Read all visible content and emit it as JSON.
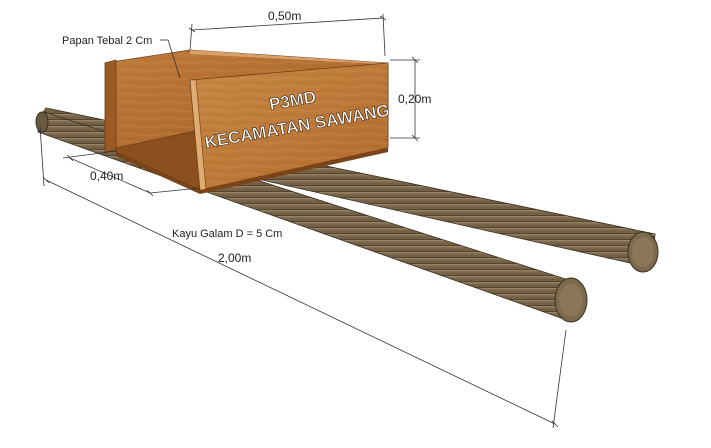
{
  "labels": {
    "plank_note": "Papan Tebal 2 Cm",
    "width_top": "0,50m",
    "height_right": "0,20m",
    "depth_left": "0,40m",
    "log_note": "Kayu Galam D = 5 Cm",
    "length_total": "2,00m"
  },
  "sign": {
    "line1": "P3MD",
    "line2": "KECAMATAN SAWANG"
  },
  "colors": {
    "wood_light": "#c4813e",
    "wood_mid": "#b06a2c",
    "wood_dark": "#8a4f1d",
    "log_light": "#8e7a5c",
    "log_dark": "#4e4130",
    "dim_line": "#333333"
  }
}
